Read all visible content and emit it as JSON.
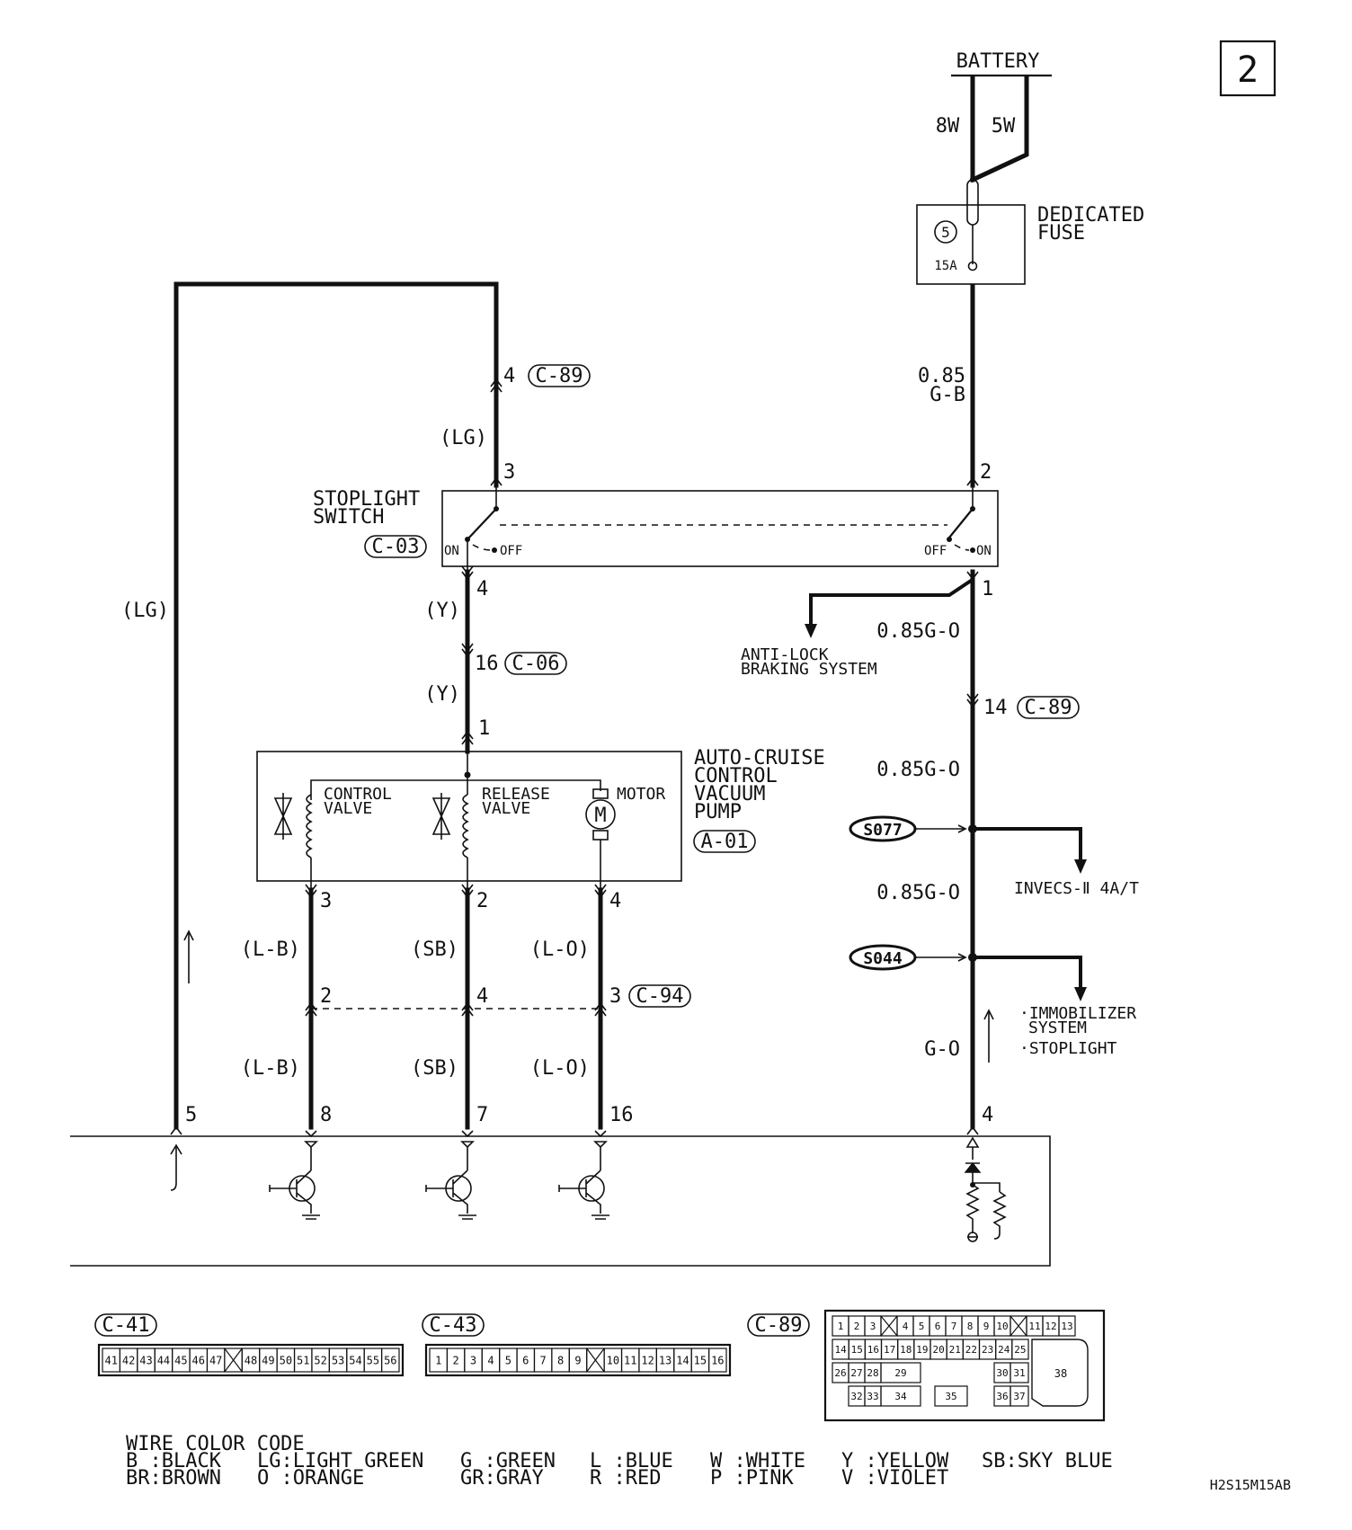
{
  "page_number": "2",
  "battery": {
    "label": "BATTERY",
    "wire_left": "8W",
    "wire_right": "5W"
  },
  "fuse": {
    "label_line1": "DEDICATED",
    "label_line2": "FUSE",
    "number": "5",
    "rating": "15A"
  },
  "wires": {
    "fuse_out_size": "0.85",
    "fuse_out_color": "G-B",
    "lg_top": "(LG)",
    "lg_left": "(LG)",
    "y_upper": "(Y)",
    "y_lower": "(Y)",
    "g_o_1": "0.85G-O",
    "g_o_2": "0.85G-O",
    "g_o_3": "0.85G-O",
    "g_o_bottom": "G-O",
    "lb_upper": "(L-B)",
    "lb_lower": "(L-B)",
    "sb_upper": "(SB)",
    "sb_lower": "(SB)",
    "lo_upper": "(L-O)",
    "lo_lower": "(L-O)"
  },
  "connectors": {
    "c89": "C-89",
    "c03": "C-03",
    "c06": "C-06",
    "a01": "A-01",
    "c94": "C-94",
    "c41": "C-41",
    "c43": "C-43"
  },
  "pins": {
    "c89_4": "4",
    "sw_3": "3",
    "sw_2": "2",
    "sw_4": "4",
    "sw_1": "1",
    "c06_16": "16",
    "pump_1": "1",
    "c89_14": "14",
    "pump_3": "3",
    "pump_2": "2",
    "pump_4": "4",
    "c94_2": "2",
    "c94_4": "4",
    "c94_3": "3",
    "ecu_5": "5",
    "ecu_8": "8",
    "ecu_7": "7",
    "ecu_16": "16",
    "ecu_4": "4"
  },
  "stoplight_switch": {
    "label_line1": "STOPLIGHT",
    "label_line2": "SWITCH",
    "on_left": "ON",
    "off_left": "OFF",
    "off_right": "OFF",
    "on_right": "ON"
  },
  "abs": {
    "line1": "ANTI-LOCK",
    "line2": "BRAKING SYSTEM"
  },
  "pump": {
    "line1": "AUTO-CRUISE",
    "line2": "CONTROL",
    "line3": "VACUUM",
    "line4": "PUMP",
    "control_valve_1": "CONTROL",
    "control_valve_2": "VALVE",
    "release_valve_1": "RELEASE",
    "release_valve_2": "VALVE",
    "motor": "MOTOR",
    "motor_symbol": "M"
  },
  "splices": {
    "s077": "S077",
    "s044": "S044"
  },
  "destinations": {
    "invecs": "INVECS-Ⅱ 4A/T",
    "immobilizer_1": "·IMMOBILIZER",
    "immobilizer_2": "SYSTEM",
    "stoplight": "·STOPLIGHT"
  },
  "connector_c41_pins": [
    "41",
    "42",
    "43",
    "44",
    "45",
    "46",
    "47",
    "",
    "48",
    "49",
    "50",
    "51",
    "52",
    "53",
    "54",
    "55",
    "56"
  ],
  "connector_c43_pins": [
    "1",
    "2",
    "3",
    "4",
    "5",
    "6",
    "7",
    "8",
    "9",
    "",
    "10",
    "11",
    "12",
    "13",
    "14",
    "15",
    "16"
  ],
  "connector_c89_row1": [
    "1",
    "2",
    "3",
    "",
    "4",
    "5",
    "6",
    "7",
    "8",
    "9",
    "10",
    "",
    "11",
    "12",
    "13"
  ],
  "connector_c89_row2": [
    "14",
    "15",
    "16",
    "17",
    "18",
    "19",
    "20",
    "21",
    "22",
    "23",
    "24",
    "25"
  ],
  "connector_c89_row3": [
    "26",
    "27",
    "28",
    "29",
    "30",
    "31"
  ],
  "connector_c89_row4": [
    "32",
    "33",
    "34",
    "35",
    "36",
    "37"
  ],
  "connector_c89_big": "38",
  "legend": {
    "title": "WIRE COLOR CODE",
    "col1": [
      "B :BLACK",
      "BR:BROWN"
    ],
    "col2": [
      "LG:LIGHT GREEN",
      "O :ORANGE"
    ],
    "col3": [
      "G :GREEN",
      "GR:GRAY"
    ],
    "col4": [
      "L :BLUE",
      "R :RED"
    ],
    "col5": [
      "W :WHITE",
      "P :PINK"
    ],
    "col6": [
      "Y :YELLOW",
      "V :VIOLET"
    ],
    "col7": [
      "SB:SKY BLUE"
    ]
  },
  "figure_code": "H2S15M15AB"
}
